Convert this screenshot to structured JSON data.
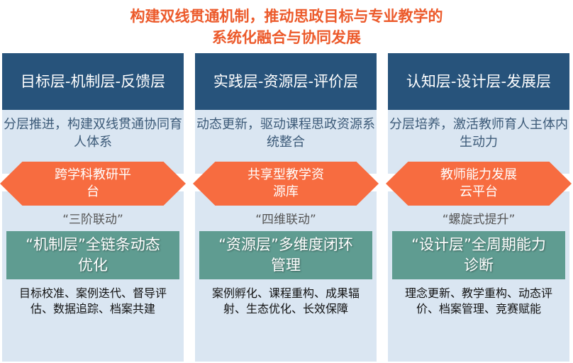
{
  "title": [
    "构建双线贯通机制，推动思政目标与专业教学的",
    "系统化融合与协同发展"
  ],
  "columns": [
    {
      "header": "目标层-机制层-反馈层",
      "desc": "分层推进，构建双线贯通协同育人体系",
      "platform": "跨学科教研平台",
      "quote": "“三阶联动”",
      "focus": "“机制层”全链条动态优化",
      "items": "目标校准、案例迭代、督导评估、数据追踪、档案共建"
    },
    {
      "header": "实践层-资源层-评价层",
      "desc": "动态更新，驱动课程思政资源系统整合",
      "platform": "共享型教学资源库",
      "quote": "“四维联动”",
      "focus": "“资源层”多维度闭环管理",
      "items": "案例孵化、课程重构、成果辐射、生态优化、长效保障"
    },
    {
      "header": "认知层-设计层-发展层",
      "desc": "分层培养，激活教师育人主体内生动力",
      "platform": "教师能力发展云平台",
      "quote": "“螺旋式提升”",
      "focus": "“设计层”全周期能力诊断",
      "items": "理念更新、教学重构、动态评价、档案管理、竞赛赋能"
    }
  ]
}
